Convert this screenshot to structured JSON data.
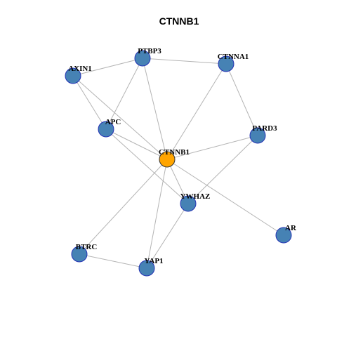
{
  "title": "CTNNB1",
  "colors": {
    "node_fill": "#4682b4",
    "node_border": "#1f2fb4",
    "hub_fill": "#ffa500",
    "edge": "#b4b4b4"
  },
  "nodes": [
    {
      "id": "PTPB3",
      "label": "PTBP3"
    },
    {
      "id": "CTNNA1",
      "label": "CTNNA1"
    },
    {
      "id": "AXIN1",
      "label": "AXIN1"
    },
    {
      "id": "APC",
      "label": "APC"
    },
    {
      "id": "PARD3",
      "label": "PARD3"
    },
    {
      "id": "CTNNB1",
      "label": "CTNNB1",
      "hub": true
    },
    {
      "id": "YWHAZ",
      "label": "YWHAZ"
    },
    {
      "id": "AR",
      "label": "AR"
    },
    {
      "id": "BTRC",
      "label": "BTRC"
    },
    {
      "id": "YAP1",
      "label": "YAP1"
    }
  ],
  "edges": [
    [
      "AXIN1",
      "PTPB3"
    ],
    [
      "PTPB3",
      "CTNNA1"
    ],
    [
      "AXIN1",
      "APC"
    ],
    [
      "AXIN1",
      "CTNNB1"
    ],
    [
      "PTPB3",
      "APC"
    ],
    [
      "PTPB3",
      "CTNNB1"
    ],
    [
      "CTNNA1",
      "CTNNB1"
    ],
    [
      "CTNNA1",
      "PARD3"
    ],
    [
      "APC",
      "CTNNB1"
    ],
    [
      "APC",
      "YWHAZ"
    ],
    [
      "PARD3",
      "CTNNB1"
    ],
    [
      "PARD3",
      "YWHAZ"
    ],
    [
      "CTNNB1",
      "YWHAZ"
    ],
    [
      "CTNNB1",
      "AR"
    ],
    [
      "CTNNB1",
      "BTRC"
    ],
    [
      "CTNNB1",
      "YAP1"
    ],
    [
      "YWHAZ",
      "YAP1"
    ],
    [
      "BTRC",
      "YAP1"
    ]
  ]
}
